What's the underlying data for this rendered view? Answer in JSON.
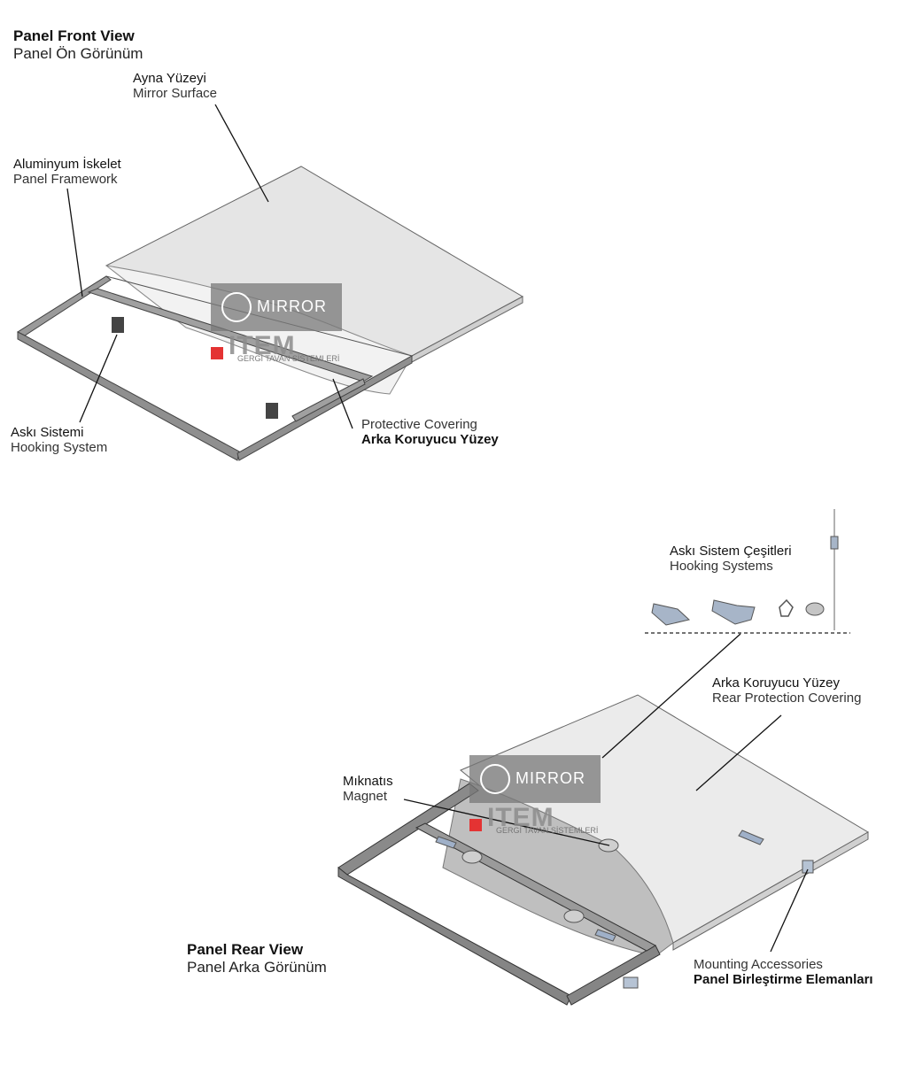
{
  "front": {
    "title_tr": "Panel Front View",
    "title_en": "Panel Ön Görünüm",
    "mirror_surface": {
      "tr": "Ayna Yüzeyi",
      "en": "Mirror Surface"
    },
    "framework": {
      "tr": "Aluminyum İskelet",
      "en": "Panel Framework"
    },
    "hooking": {
      "tr": "Askı Sistemi",
      "en": "Hooking System"
    },
    "protective": {
      "en": "Protective Covering",
      "tr": "Arka Koruyucu Yüzey"
    }
  },
  "rear": {
    "title_en": "Panel Rear View",
    "title_tr": "Panel Arka Görünüm",
    "hooking_types": {
      "tr": "Askı Sistem Çeşitleri",
      "en": "Hooking Systems"
    },
    "rear_cover": {
      "tr": "Arka Koruyucu Yüzey",
      "en": "Rear Protection Covering"
    },
    "magnet": {
      "tr": "Mıknatıs",
      "en": "Magnet"
    },
    "mounting": {
      "en": "Mounting Accessories",
      "tr": "Panel Birleştirme Elemanları"
    }
  },
  "watermark": {
    "brand": "MIRROR",
    "company": "ITEM",
    "company_sub": "GERGİ TAVAN SİSTEMLERİ"
  },
  "colors": {
    "frame": "#8a8a8a",
    "panel": "#e4e4e4",
    "accent_red": "#e43333"
  }
}
